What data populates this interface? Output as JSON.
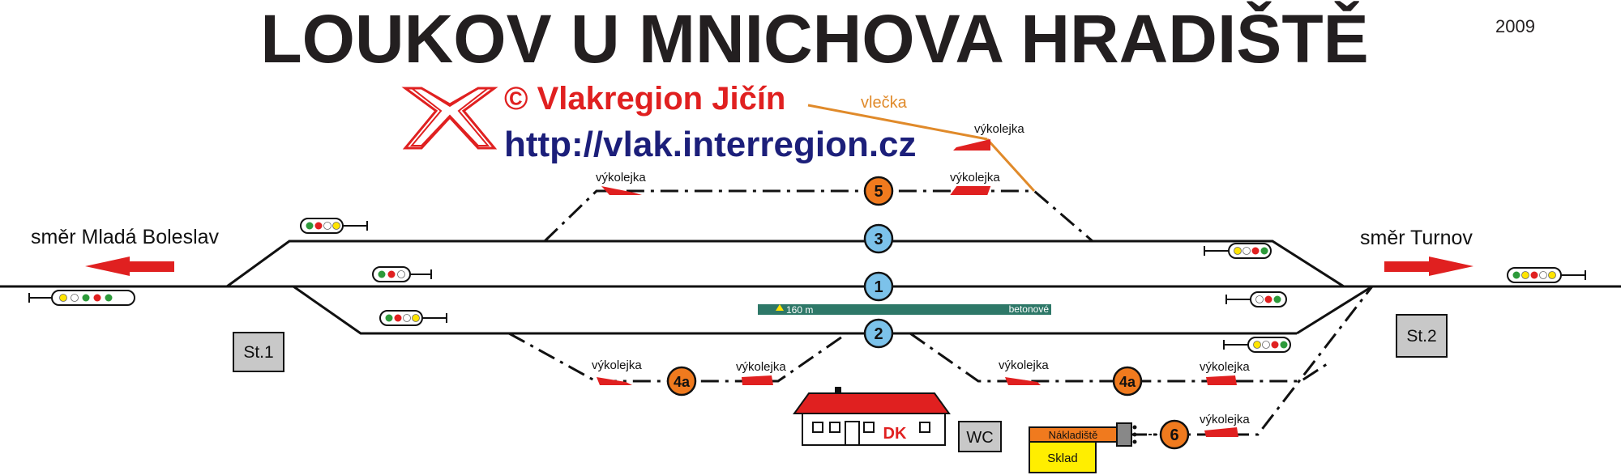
{
  "header": {
    "title": "LOUKOV U MNICHOVA HRADIŠTĚ",
    "year": "2009"
  },
  "branding": {
    "copyright": "© Vlakregion Jičín",
    "url": "http://vlak.interregion.cz",
    "logo_icon": "railway-crossing-icon"
  },
  "directions": {
    "left": "směr Mladá Boleslav",
    "right": "směr Turnov"
  },
  "tracks": {
    "t1": "1",
    "t2": "2",
    "t3": "3",
    "t4a_left": "4a",
    "t4a_right": "4a",
    "t5": "5",
    "t6": "6"
  },
  "derails": {
    "d1": "výkolejka",
    "d2": "výkolejka",
    "d3": "výkolejka",
    "d4": "výkolejka",
    "d5": "výkolejka",
    "d6": "výkolejka",
    "d7": "výkolejka",
    "d8": "výkolejka"
  },
  "siding_label": "vlečka",
  "platform": {
    "length": "160 m",
    "surface": "betonové"
  },
  "buildings": {
    "st1": "St.1",
    "st2": "St.2",
    "station": "DK",
    "wc": "WC",
    "loading": "Nákladiště",
    "warehouse": "Sklad"
  },
  "colors": {
    "track": "#111111",
    "accent_red": "#e02020",
    "brand_blue": "#1c1f7a",
    "track_blue": "#7cc2ea",
    "track_orange": "#f07a1e",
    "siding_orange": "#e08a2a",
    "platform_green": "#2e7868",
    "building_gray": "#c8c8c8",
    "warehouse_yellow": "#ffee00"
  }
}
